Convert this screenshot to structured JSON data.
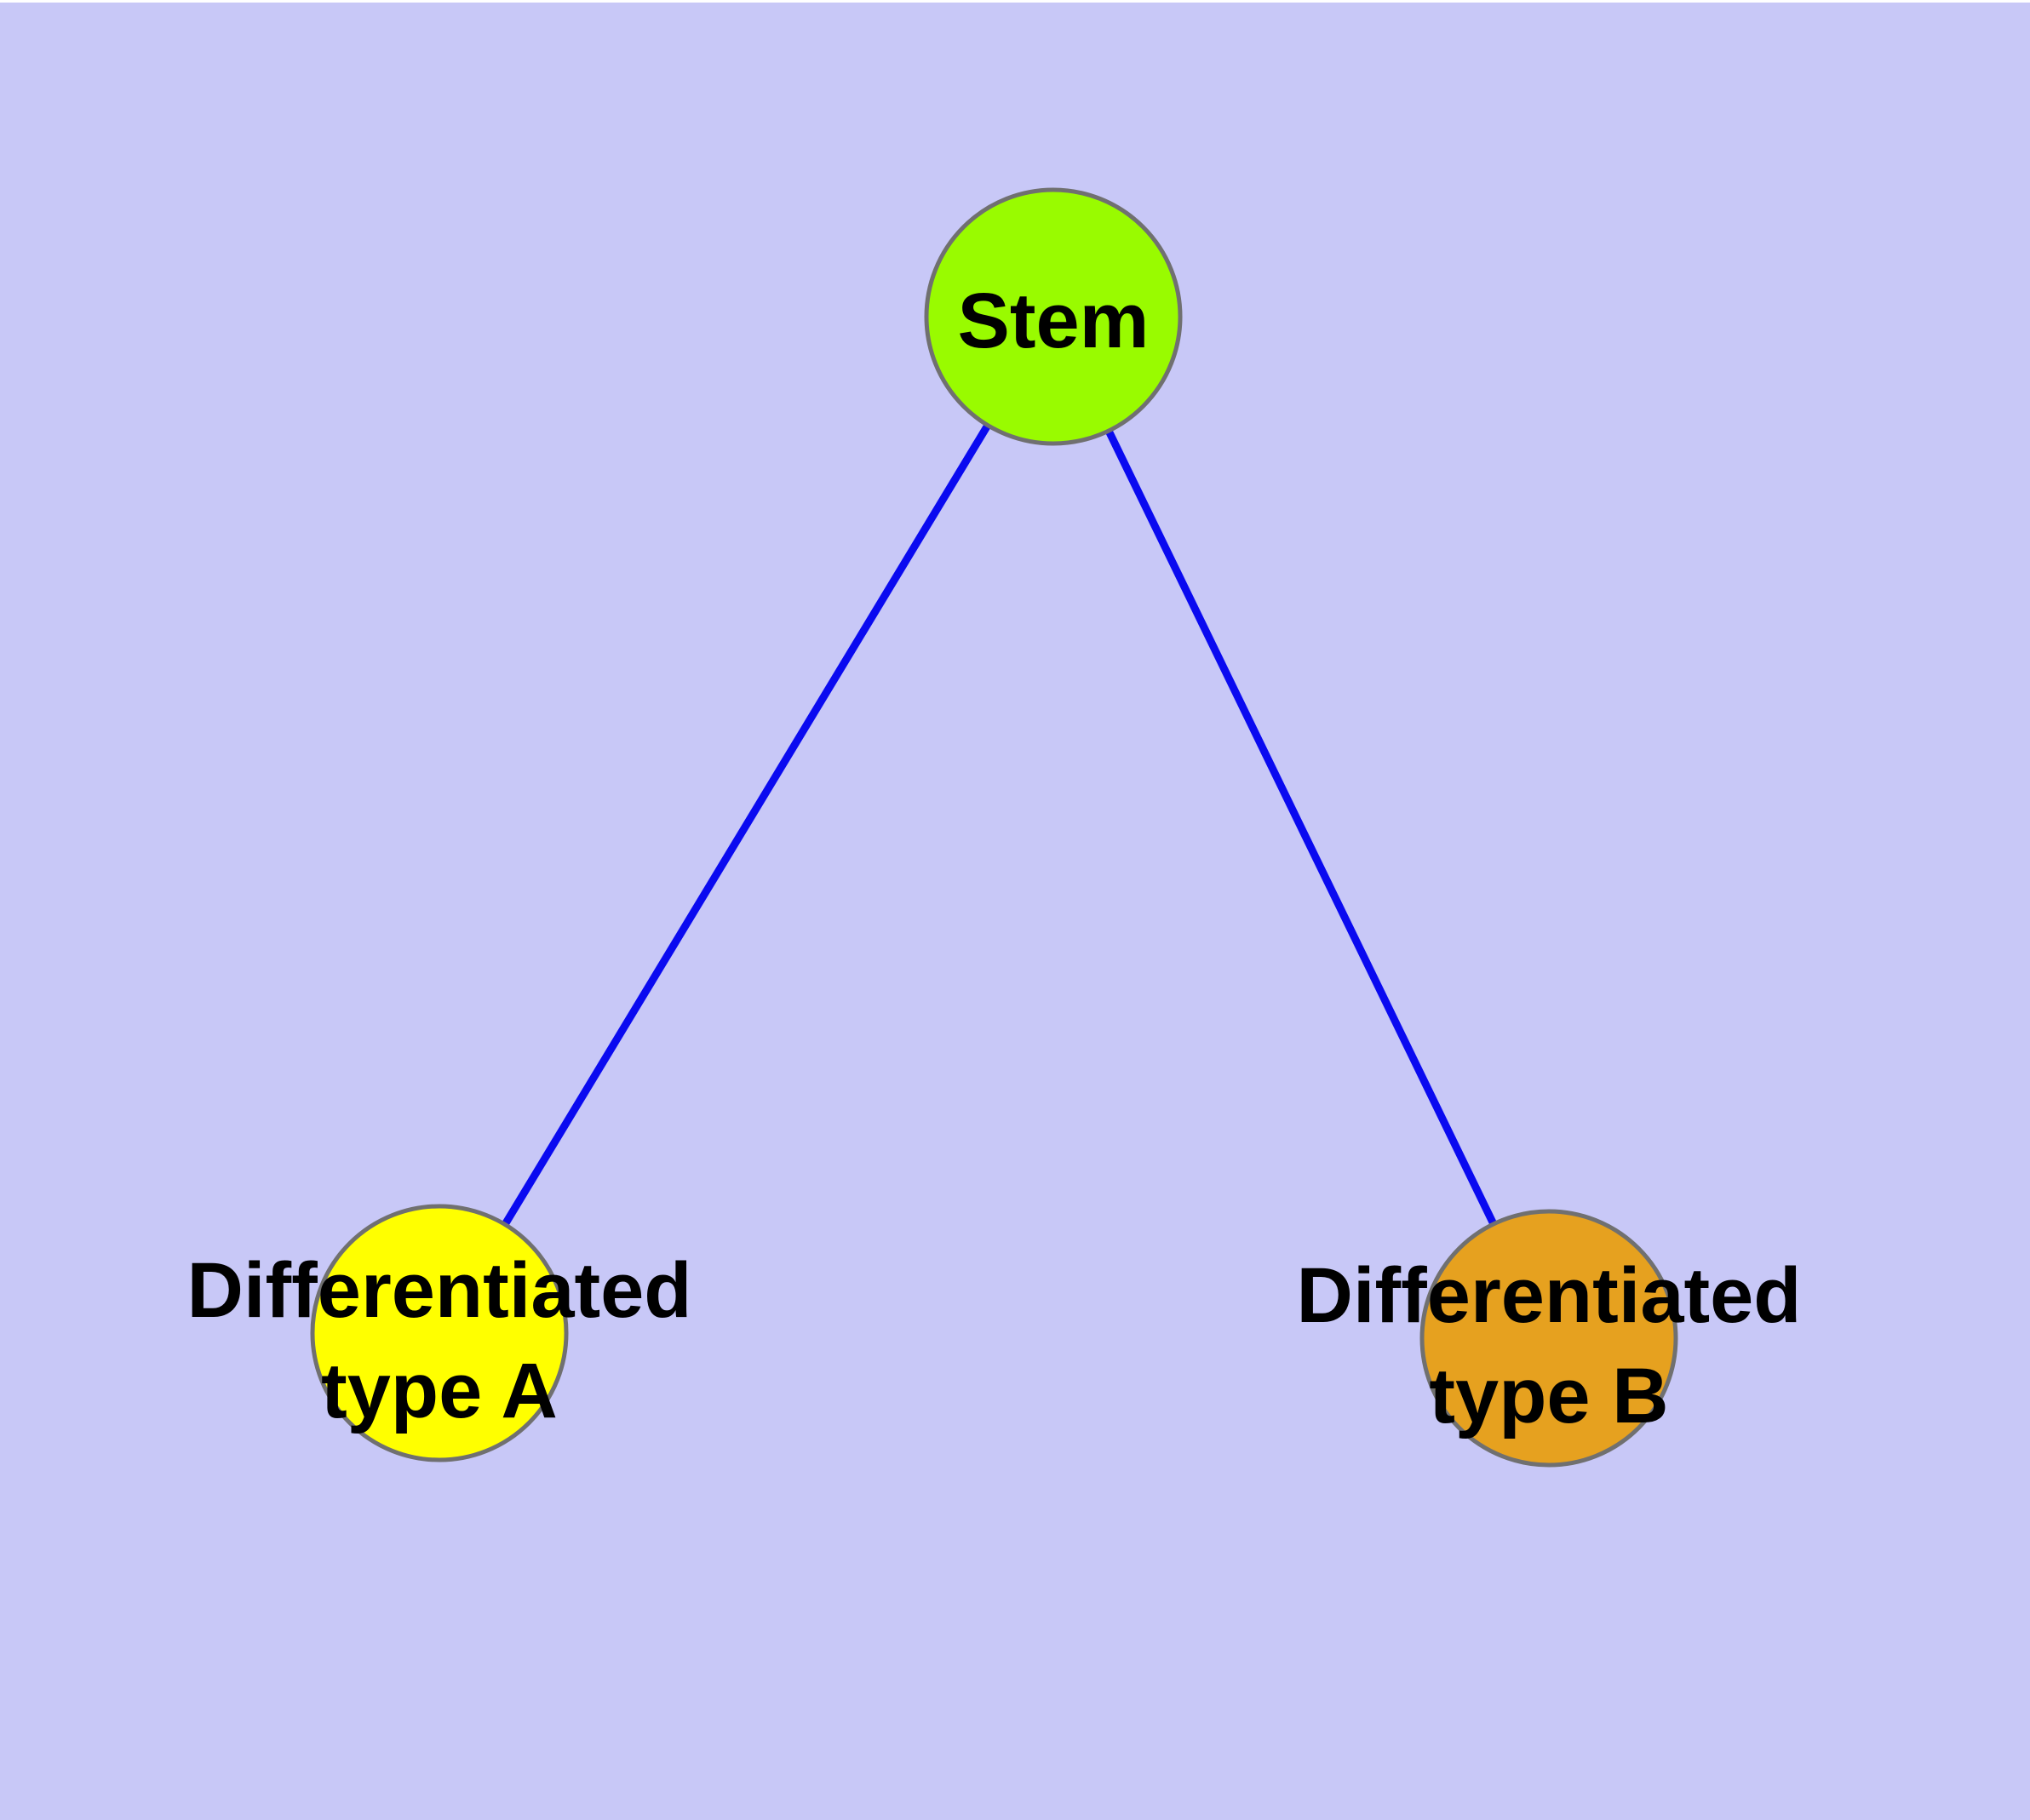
{
  "canvas": {
    "background_color": "#c8c8f7",
    "top_strip_color": "#ffffff"
  },
  "diagram": {
    "type": "node-link-tree",
    "edge_color": "#0a0af0",
    "node_border_color": "#707070",
    "label_color": "#000000",
    "nodes": {
      "stem": {
        "label": "Stem",
        "fill": "#99fb00"
      },
      "typeA": {
        "line1": "Differentiated",
        "line2": "type A",
        "fill": "#ffff00"
      },
      "typeB": {
        "line1": "Differentiated",
        "line2": "type B",
        "fill": "#e6a11f"
      }
    },
    "edges": [
      {
        "from": "stem",
        "to": "typeA"
      },
      {
        "from": "stem",
        "to": "typeB"
      }
    ]
  }
}
